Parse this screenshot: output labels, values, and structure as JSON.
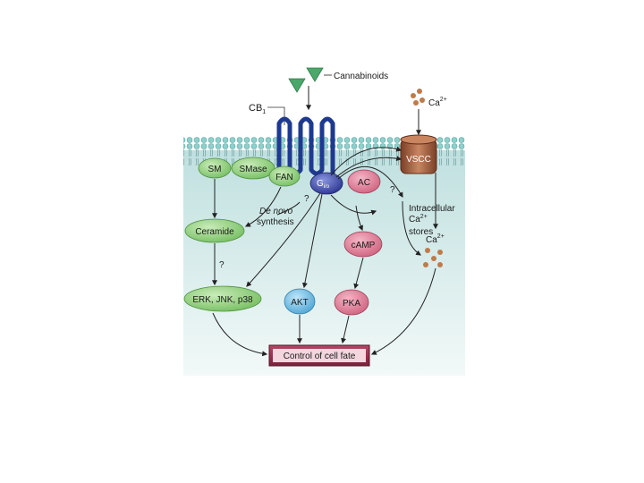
{
  "labels": {
    "cannabinoids": "Cannabinoids",
    "cb1": "CB",
    "cb1_sub": "1",
    "ca_top": "Ca",
    "ca_sup": "2+",
    "vscc": "VSCC",
    "sm": "SM",
    "smase": "SMase",
    "fan": "FAN",
    "gio": "G",
    "gio_sub": "i/o",
    "ac": "AC",
    "q1": "?",
    "q2": "?",
    "q3": "?",
    "de_novo_1": "De novo",
    "de_novo_2": "synthesis",
    "intra_1": "Intracellular",
    "intra_2": "Ca",
    "intra_2_sup": "2+",
    "intra_3": "stores",
    "ca_mid": "Ca",
    "ca_mid_sup": "2+",
    "ceramide": "Ceramide",
    "camp": "cAMP",
    "erk": "ERK, JNK, p38",
    "akt": "AKT",
    "pka": "PKA",
    "cell_fate": "Control of cell fate"
  },
  "colors": {
    "cytoplasm": "#cfe8e6",
    "membrane_head": "#8fd0cc",
    "receptor": "#1e3a8f",
    "ligand": "#4aa86a",
    "green_node": "#8fcf7c",
    "pink_node": "#e07a95",
    "blue_node": "#6fb9e0",
    "g_protein": "#3d4aa6",
    "vscc": "#9a5a3e",
    "ca_dot": "#c07a4a",
    "fate_box": "#8a2a44"
  }
}
